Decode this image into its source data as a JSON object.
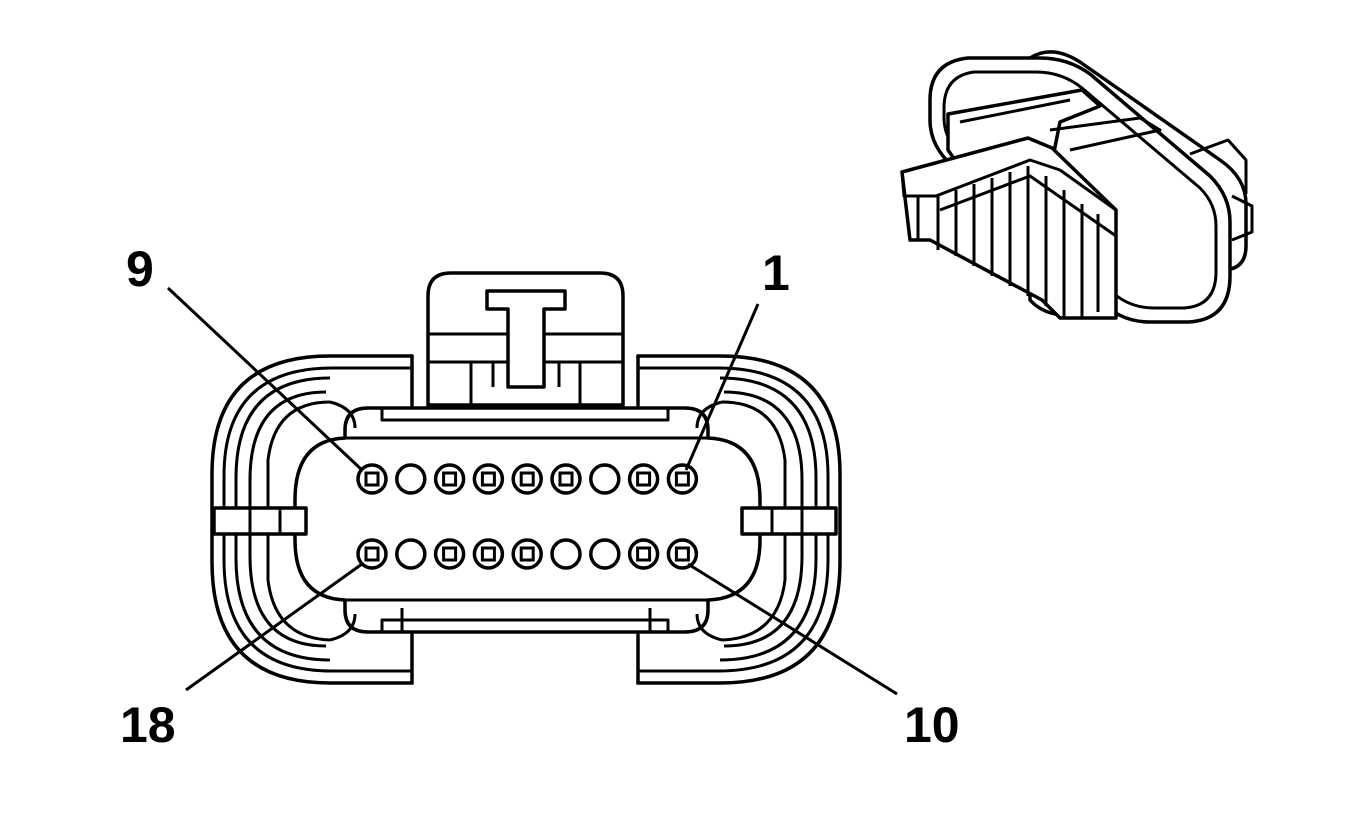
{
  "pin_labels": {
    "top_left": "9",
    "top_right": "1",
    "bottom_left": "18",
    "bottom_right": "10"
  },
  "cavities": {
    "top_row": [
      "square",
      "round",
      "square",
      "square",
      "square",
      "square",
      "round",
      "square",
      "square"
    ],
    "bottom_row": [
      "square",
      "round",
      "square",
      "square",
      "square",
      "round",
      "round",
      "square",
      "square"
    ]
  }
}
